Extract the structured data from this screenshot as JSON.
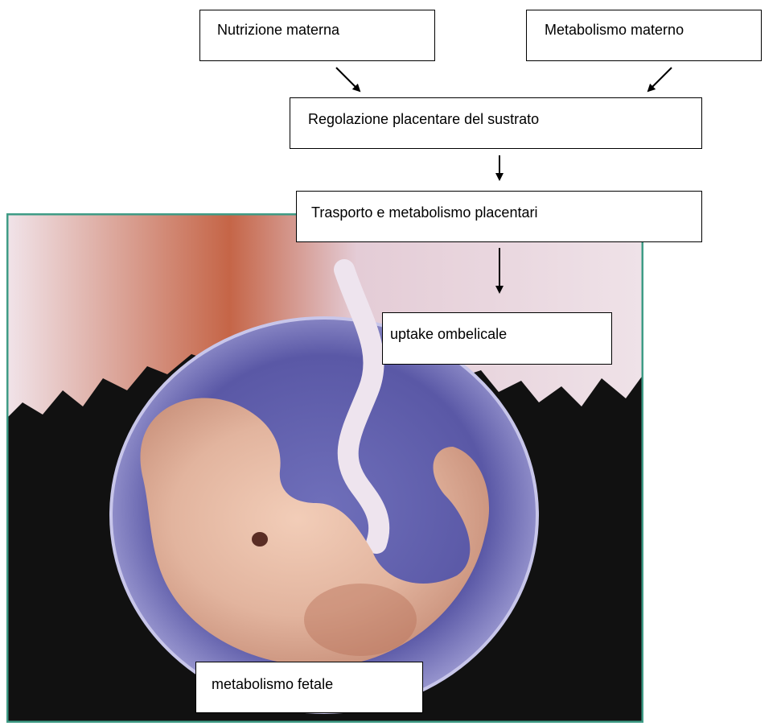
{
  "diagram": {
    "boxes": {
      "nutrizione_materna": "Nutrizione materna",
      "metabolismo_materno": "Metabolismo materno",
      "regolazione_placentare": "Regolazione placentare del sustrato",
      "trasporto_placentare": "Trasporto e metabolismo placentari",
      "uptake_ombelicale": "uptake ombelicale",
      "metabolismo_fetale": "metabolismo fetale"
    },
    "illustration": {
      "subject": "embryo-in-amniotic-sac-illustration",
      "colors": {
        "background": "#111111",
        "sac": "#5a58a6",
        "embryo": "#e2b49e",
        "placenta": "#e9d8e0",
        "placenta_dark": "#b25236",
        "frame": "#3f9c86"
      }
    }
  }
}
